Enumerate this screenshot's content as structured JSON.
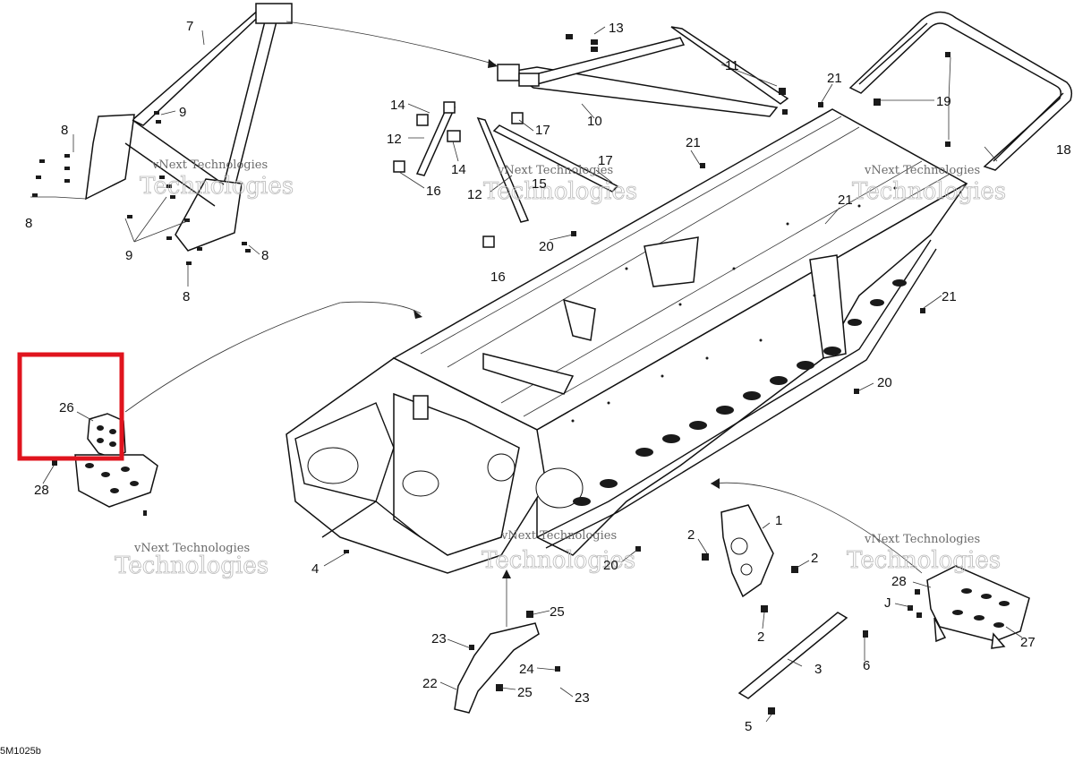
{
  "diagram_code": "5M1025b",
  "watermark": {
    "line1": "vNext Technologies",
    "line2": "Technologies"
  },
  "highlight_color": "#e0141e",
  "callouts": [
    {
      "id": "c1",
      "text": "1"
    },
    {
      "id": "c2a",
      "text": "2"
    },
    {
      "id": "c2b",
      "text": "2"
    },
    {
      "id": "c2c",
      "text": "2"
    },
    {
      "id": "c3",
      "text": "3"
    },
    {
      "id": "c4",
      "text": "4"
    },
    {
      "id": "c5",
      "text": "5"
    },
    {
      "id": "c6",
      "text": "6"
    },
    {
      "id": "c7",
      "text": "7"
    },
    {
      "id": "c8a",
      "text": "8"
    },
    {
      "id": "c8b",
      "text": "8"
    },
    {
      "id": "c8c",
      "text": "8"
    },
    {
      "id": "c8d",
      "text": "8"
    },
    {
      "id": "c9a",
      "text": "9"
    },
    {
      "id": "c9b",
      "text": "9"
    },
    {
      "id": "c10",
      "text": "10"
    },
    {
      "id": "c11",
      "text": "11"
    },
    {
      "id": "c12a",
      "text": "12"
    },
    {
      "id": "c12b",
      "text": "12"
    },
    {
      "id": "c13",
      "text": "13"
    },
    {
      "id": "c14a",
      "text": "14"
    },
    {
      "id": "c14b",
      "text": "14"
    },
    {
      "id": "c15",
      "text": "15"
    },
    {
      "id": "c16a",
      "text": "16"
    },
    {
      "id": "c16b",
      "text": "16"
    },
    {
      "id": "c17a",
      "text": "17"
    },
    {
      "id": "c17b",
      "text": "17"
    },
    {
      "id": "c18",
      "text": "18"
    },
    {
      "id": "c19",
      "text": "19"
    },
    {
      "id": "c20a",
      "text": "20"
    },
    {
      "id": "c20b",
      "text": "20"
    },
    {
      "id": "c20c",
      "text": "20"
    },
    {
      "id": "c21a",
      "text": "21"
    },
    {
      "id": "c21b",
      "text": "21"
    },
    {
      "id": "c21c",
      "text": "21"
    },
    {
      "id": "c21d",
      "text": "21"
    },
    {
      "id": "c22",
      "text": "22"
    },
    {
      "id": "c23a",
      "text": "23"
    },
    {
      "id": "c23b",
      "text": "23"
    },
    {
      "id": "c24",
      "text": "24"
    },
    {
      "id": "c25a",
      "text": "25"
    },
    {
      "id": "c25b",
      "text": "25"
    },
    {
      "id": "c26",
      "text": "26"
    },
    {
      "id": "c27",
      "text": "27"
    },
    {
      "id": "c28a",
      "text": "28"
    },
    {
      "id": "c28b",
      "text": "28"
    },
    {
      "id": "cJ",
      "text": "J"
    }
  ]
}
